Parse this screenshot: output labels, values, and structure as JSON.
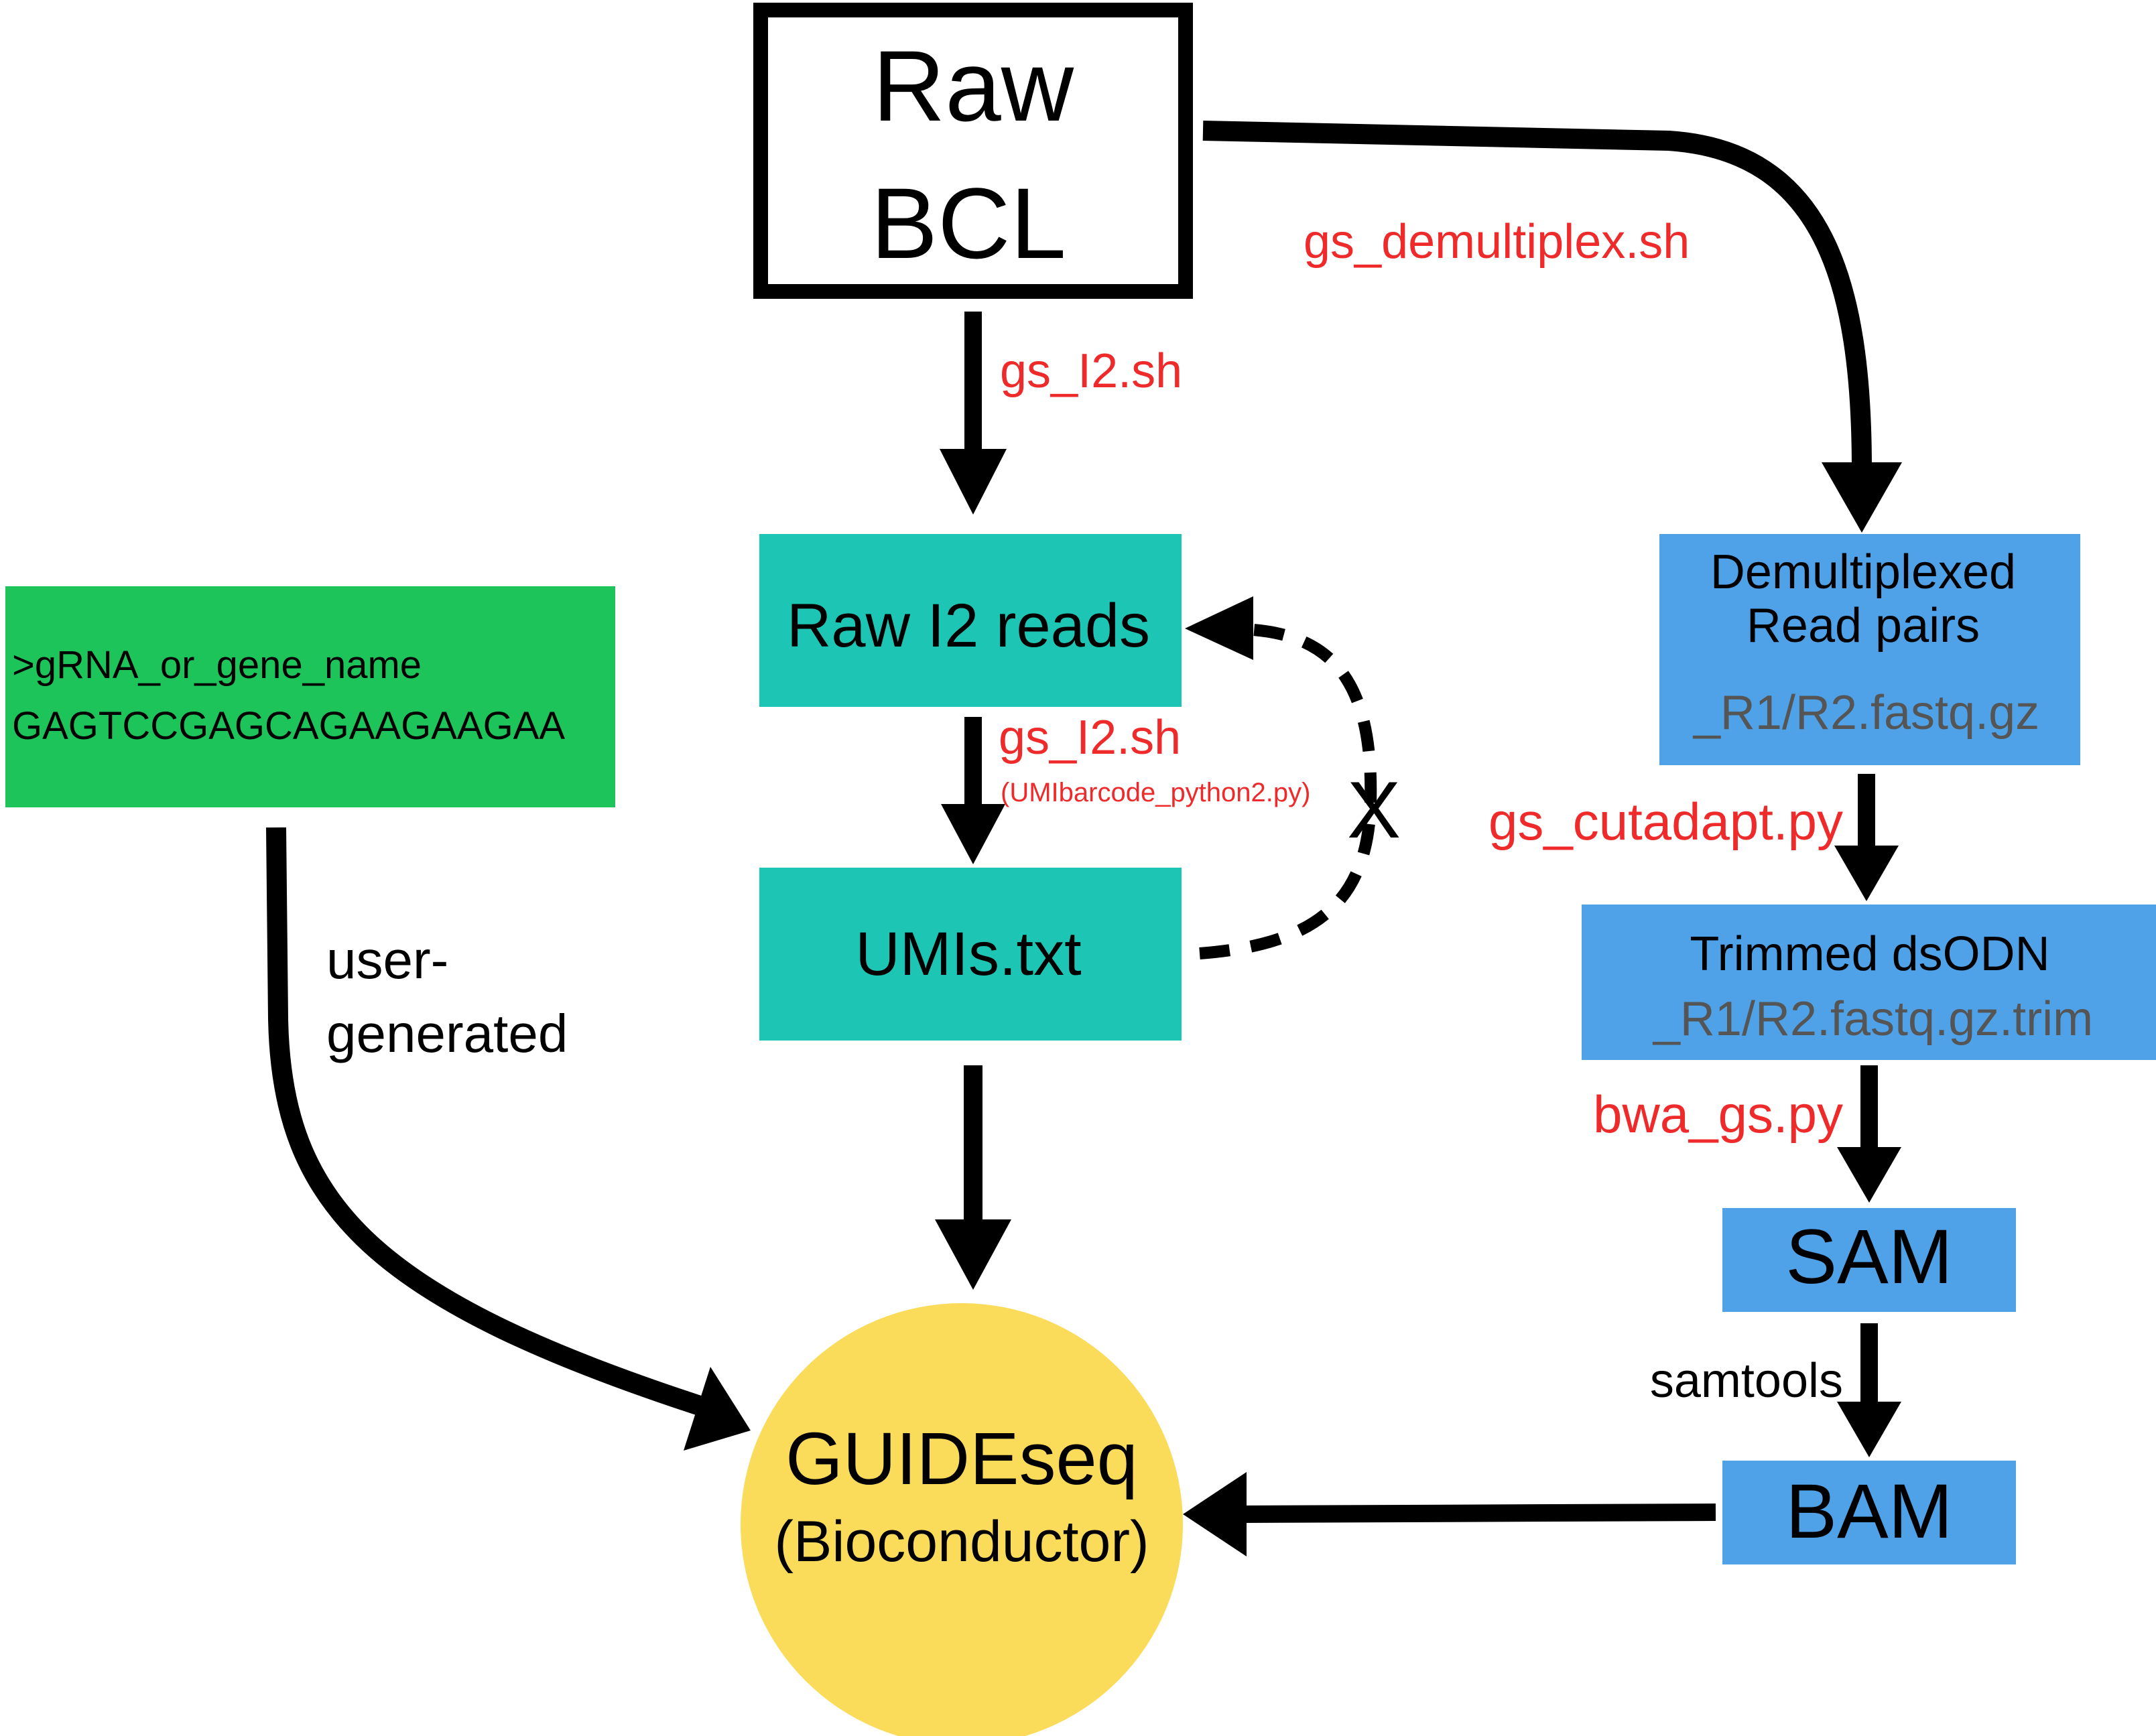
{
  "nodes": {
    "raw_bcl": {
      "line1": "Raw",
      "line2": "BCL"
    },
    "raw_i2": {
      "label": "Raw I2 reads"
    },
    "umis": {
      "label": "UMIs.txt"
    },
    "grna": {
      "line1": ">gRNA_or_gene_name",
      "line2": "GAGTCCGAGCAGAAGAAGAA"
    },
    "demux": {
      "line1": "Demultiplexed",
      "line2": "Read pairs",
      "file": "_R1/R2.fastq.gz"
    },
    "trimmed": {
      "line1": "Trimmed dsODN",
      "file": "_R1/R2.fastq.gz.trim"
    },
    "sam": {
      "label": "SAM"
    },
    "bam": {
      "label": "BAM"
    },
    "guideseq": {
      "line1": "GUIDEseq",
      "line2": "(Bioconductor)"
    }
  },
  "edges": {
    "gs_demultiplex": "gs_demultiplex.sh",
    "gs_i2_top": "gs_I2.sh",
    "gs_i2_mid": "gs_I2.sh",
    "umibarcode": "(UMIbarcode_python2.py)",
    "x_mark": "X",
    "gs_cutadapt": "gs_cutadapt.py",
    "bwa_gs": "bwa_gs.py",
    "samtools": "samtools",
    "user_line1": "user-",
    "user_line2": "generated"
  },
  "colors": {
    "teal": "#1dc6b4",
    "blue": "#4fa2e8",
    "green": "#1dc45a",
    "yellow": "#fbdb5a",
    "red": "#ef2a2a",
    "black": "#000000",
    "grey_text": "#555555"
  }
}
